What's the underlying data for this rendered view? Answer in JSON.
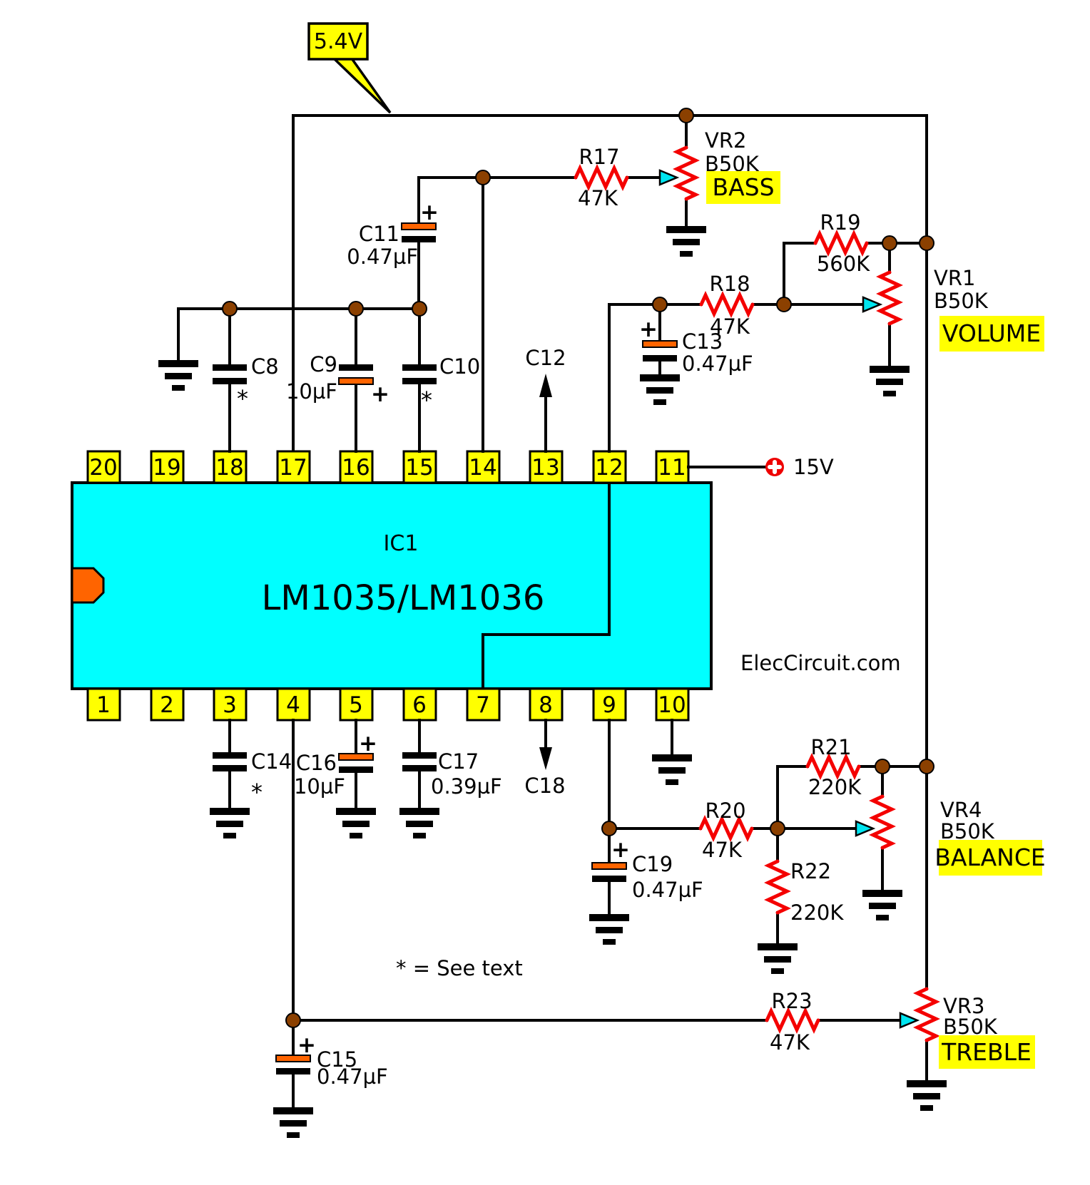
{
  "ic": {
    "ref": "IC1",
    "part": "LM1035/LM1036",
    "top_pins": [
      "20",
      "19",
      "18",
      "17",
      "16",
      "15",
      "14",
      "13",
      "12",
      "11"
    ],
    "bottom_pins": [
      "1",
      "2",
      "3",
      "4",
      "5",
      "6",
      "7",
      "8",
      "9",
      "10"
    ]
  },
  "power": {
    "callout": "5.4V",
    "supply": "15V"
  },
  "note": "* = See text",
  "watermark": "ElecCircuit.com",
  "pots": {
    "vr1": {
      "ref": "VR1",
      "value": "B50K",
      "label": "VOLUME"
    },
    "vr2": {
      "ref": "VR2",
      "value": "B50K",
      "label": "BASS"
    },
    "vr3": {
      "ref": "VR3",
      "value": "B50K",
      "label": "TREBLE"
    },
    "vr4": {
      "ref": "VR4",
      "value": "B50K",
      "label": "BALANCE"
    }
  },
  "resistors": {
    "r17": {
      "ref": "R17",
      "value": "47K"
    },
    "r18": {
      "ref": "R18",
      "value": "47K"
    },
    "r19": {
      "ref": "R19",
      "value": "560K"
    },
    "r20": {
      "ref": "R20",
      "value": "47K"
    },
    "r21": {
      "ref": "R21",
      "value": "220K"
    },
    "r22": {
      "ref": "R22",
      "value": "220K"
    },
    "r23": {
      "ref": "R23",
      "value": "47K"
    }
  },
  "caps": {
    "c8": {
      "ref": "C8",
      "note": "*"
    },
    "c9": {
      "ref": "C9",
      "value": "10µF",
      "plus": "+"
    },
    "c10": {
      "ref": "C10",
      "note": "*"
    },
    "c11": {
      "ref": "C11",
      "value": "0.47µF",
      "plus": "+"
    },
    "c12": {
      "ref": "C12"
    },
    "c13": {
      "ref": "C13",
      "value": "0.47µF",
      "plus": "+"
    },
    "c14": {
      "ref": "C14",
      "note": "*"
    },
    "c15": {
      "ref": "C15",
      "value": "0.47µF",
      "plus": "+"
    },
    "c16": {
      "ref": "C16",
      "value": "10µF",
      "plus": "+"
    },
    "c17": {
      "ref": "C17",
      "value": "0.39µF"
    },
    "c18": {
      "ref": "C18"
    },
    "c19": {
      "ref": "C19",
      "value": "0.47µF",
      "plus": "+"
    }
  },
  "colors": {
    "ic-fill": "#00FFFF",
    "pin-fill": "#FFFF00",
    "highlight": "#FFFF00",
    "resistor": "#F40000",
    "plate-orange": "#FF6400",
    "notch-orange": "#FF6400",
    "junction": "#8B4000",
    "wiper": "#00E5F0",
    "power-red": "#EE0000",
    "wire": "#000000"
  }
}
